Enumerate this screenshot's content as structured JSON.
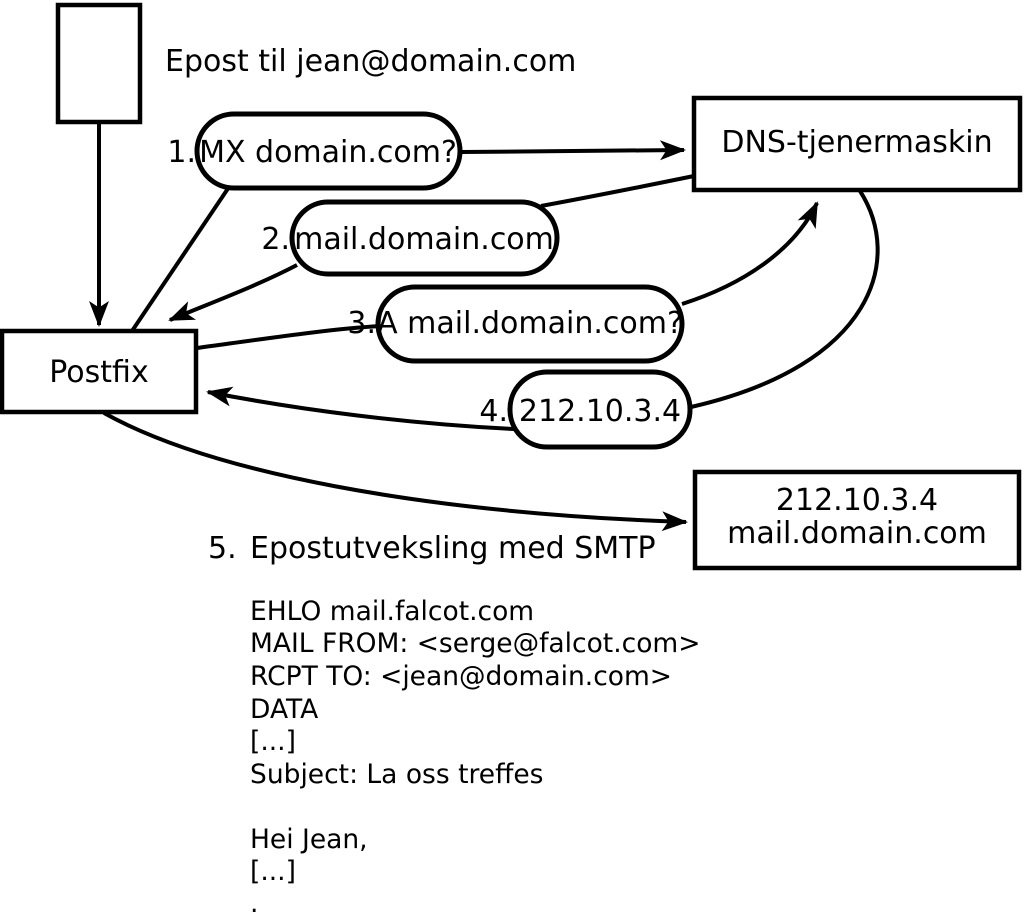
{
  "title": "Epost til jean@domain.com",
  "nodes": {
    "postfix": "Postfix",
    "dns_server": "DNS-tjenermaskin",
    "mail_server_ip": "212.10.3.4",
    "mail_server_host": "mail.domain.com"
  },
  "steps": [
    {
      "num": "1.",
      "label": "MX domain.com?"
    },
    {
      "num": "2.",
      "label": "mail.domain.com"
    },
    {
      "num": "3.",
      "label": "A mail.domain.com?"
    },
    {
      "num": "4.",
      "label": "212.10.3.4"
    },
    {
      "num": "5.",
      "label": "Epostutveksling med SMTP"
    }
  ],
  "smtp_session": {
    "lines": [
      "EHLO mail.falcot.com",
      "MAIL FROM: <serge@falcot.com>",
      "RCPT TO: <jean@domain.com>",
      "DATA",
      "[...]",
      "Subject: La oss treffes",
      "",
      "Hei Jean,",
      "[...]",
      "."
    ]
  },
  "colors": {
    "stroke": "#000000",
    "background": "#ffffff"
  }
}
